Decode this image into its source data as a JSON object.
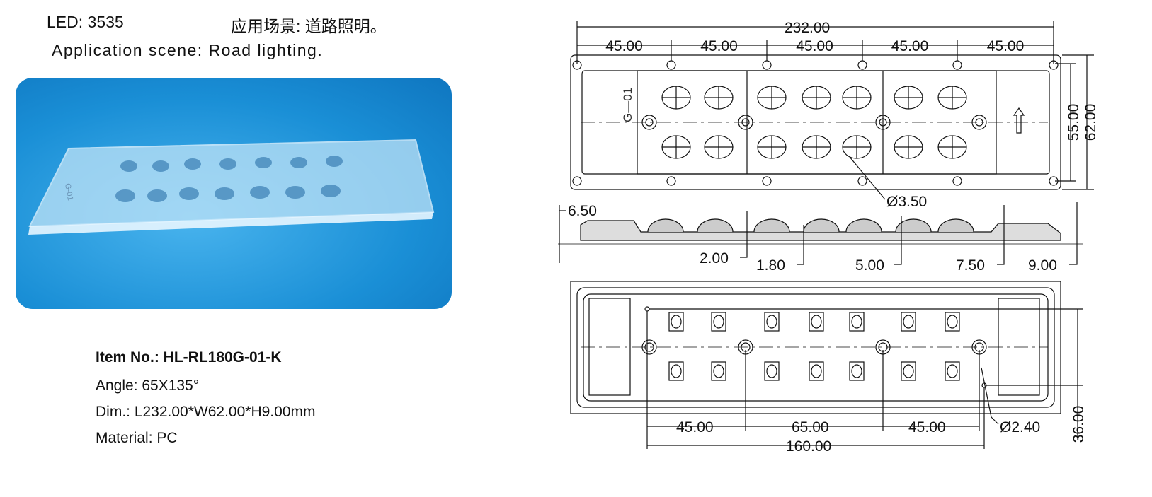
{
  "header": {
    "led": "LED: 3535",
    "application_cn": "应用场景: 道路照明。",
    "application_en": "Application scene: Road lighting."
  },
  "product": {
    "item_no": "Item No.: HL-RL180G-01-K",
    "angle": "Angle: 65X135°",
    "dim": "Dim.: L232.00*W62.00*H9.00mm",
    "material": "Material: PC",
    "part_mark": "G-01"
  },
  "drawing": {
    "top_view": {
      "overall_length": "232.00",
      "pitches": [
        "45.00",
        "45.00",
        "45.00",
        "45.00",
        "45.00"
      ],
      "inner_width": "55.00",
      "overall_width": "62.00",
      "hole_dia": "Ø3.50",
      "mark": "G—01"
    },
    "side_view": {
      "d1": "6.50",
      "d2": "2.00",
      "d3": "1.80",
      "d4": "5.00",
      "d5": "7.50",
      "d6": "9.00"
    },
    "bottom_view": {
      "spacing": [
        "45.00",
        "65.00",
        "45.00"
      ],
      "total": "160.00",
      "pin_dia": "Ø2.40",
      "height": "36.00"
    }
  }
}
